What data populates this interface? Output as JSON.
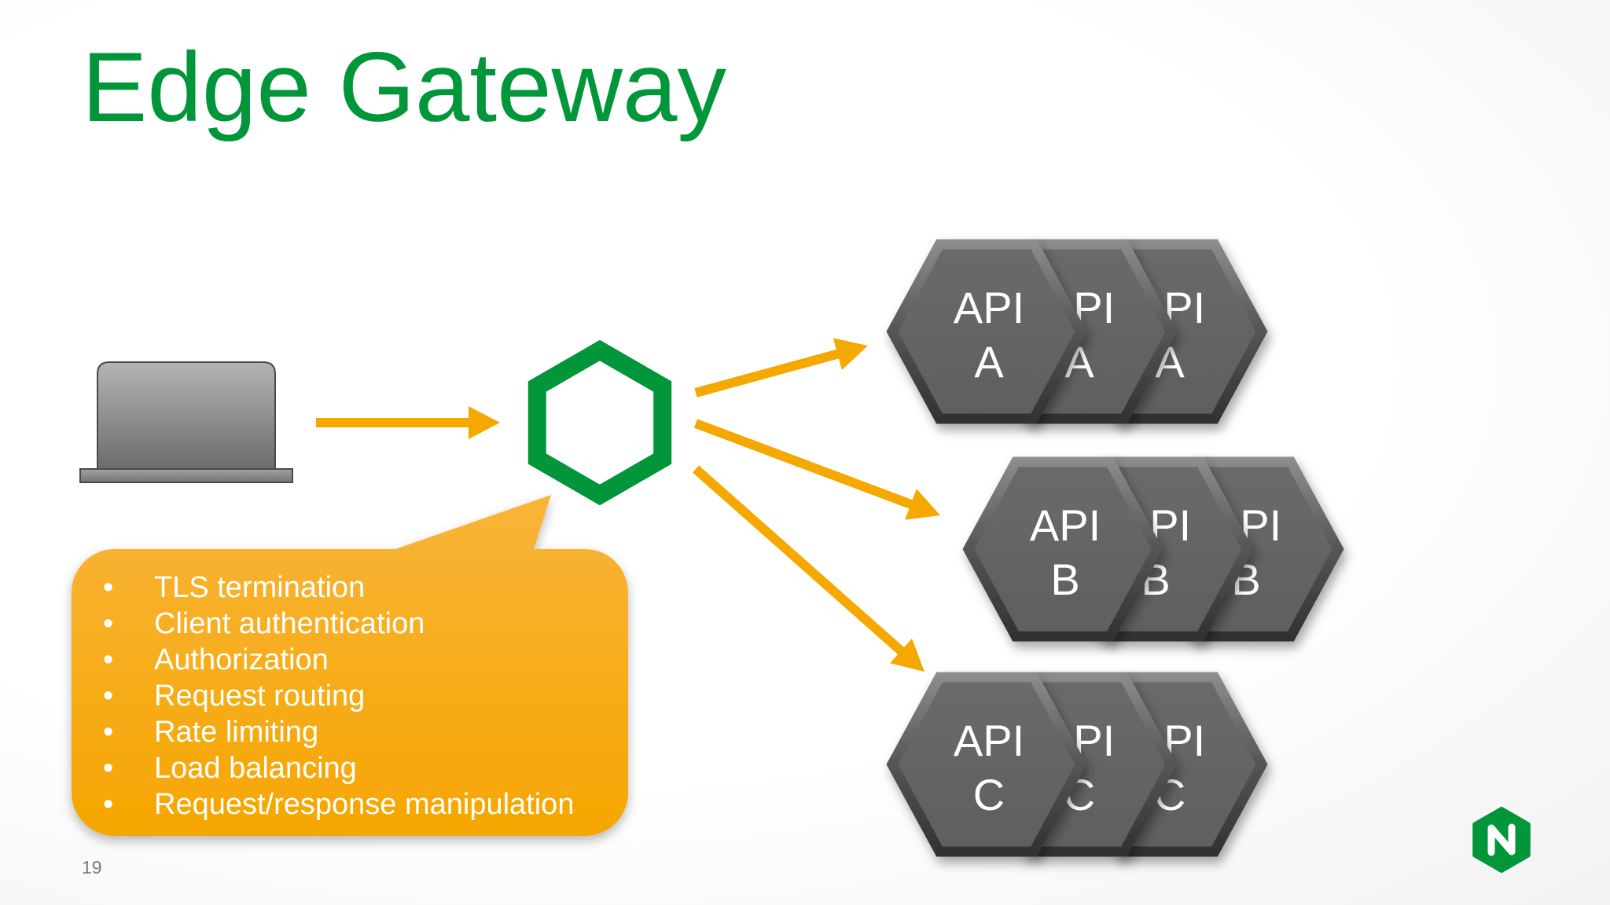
{
  "slide": {
    "title": "Edge Gateway",
    "page_number": "19"
  },
  "colors": {
    "brand_green": "#009639",
    "arrow_orange": "#f5a800",
    "callout_top": "#f9b43a",
    "callout_bottom": "#f5a600",
    "api_hex_gray": "#5f5f5f",
    "label_white": "#ffffff"
  },
  "diagram": {
    "client_icon": "laptop-icon",
    "gateway_icon": "gateway-hexagon-icon",
    "logo_icon": "nginx-logo-icon",
    "logo_letter": "N"
  },
  "callout": {
    "bullet": "•",
    "items": [
      "TLS termination",
      "Client authentication",
      "Authorization",
      "Request routing",
      "Rate limiting",
      "Load balancing",
      "Request/response manipulation"
    ]
  },
  "api_groups": [
    {
      "line1": "API",
      "line2": "A",
      "replicas": 3
    },
    {
      "line1": "API",
      "line2": "B",
      "replicas": 3
    },
    {
      "line1": "API",
      "line2": "C",
      "replicas": 3
    }
  ]
}
